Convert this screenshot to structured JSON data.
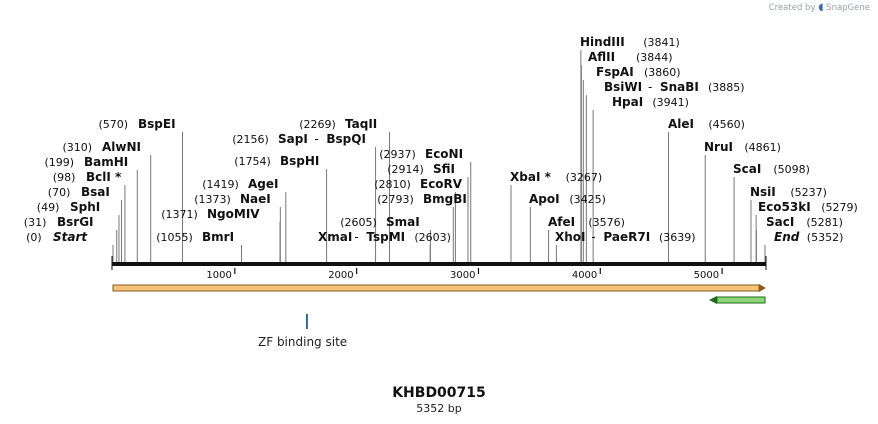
{
  "credit": {
    "text": "Created by",
    "brand": "SnapGene",
    "logo_icon": "snapgene-logo-icon"
  },
  "plasmid": {
    "name": "KHBD00715",
    "length_label": "5352 bp",
    "length": 5352
  },
  "ruler": {
    "ticks": [
      1000,
      2000,
      3000,
      4000,
      5000
    ],
    "tick_labels": [
      "1000",
      "2000",
      "3000",
      "4000",
      "5000"
    ]
  },
  "features": [
    {
      "label": "ZF binding site",
      "position": 1592,
      "color": "#2c6e8f"
    }
  ],
  "colors": {
    "backbone": "#111111",
    "orf_arrow": "#f4c27a",
    "orf_outline": "#8a5a1a",
    "reverse_arrow": "#8fd47a",
    "reverse_outline": "#1f6b1a",
    "feature": "#2c6e8f"
  },
  "sites": [
    {
      "name": "Start",
      "pos": "(0)",
      "p": 0,
      "italic": true
    },
    {
      "name": "BsrGI",
      "pos": "(31)",
      "p": 31
    },
    {
      "name": "SphI",
      "pos": "(49)",
      "p": 49
    },
    {
      "name": "BsaI",
      "pos": "(70)",
      "p": 70
    },
    {
      "name": "BclI *",
      "pos": "(98)",
      "p": 98
    },
    {
      "name": "BamHI",
      "pos": "(199)",
      "p": 199
    },
    {
      "name": "AlwNI",
      "pos": "(310)",
      "p": 310
    },
    {
      "name": "BspEI",
      "pos": "(570)",
      "p": 570
    },
    {
      "name": "BmrI",
      "pos": "(1055)",
      "p": 1055
    },
    {
      "name": "NgoMIV",
      "pos": "(1371)",
      "p": 1371
    },
    {
      "name": "NaeI",
      "pos": "(1373)",
      "p": 1373
    },
    {
      "name": "AgeI",
      "pos": "(1419)",
      "p": 1419
    },
    {
      "name": "BspHI",
      "pos": "(1754)",
      "p": 1754
    },
    {
      "name": "XmaI",
      "pos": "(2603)",
      "p": 2603,
      "pair": "TspMI",
      "pos_after": true
    },
    {
      "name": "SapI",
      "pos": "(2156)",
      "p": 2156,
      "pair": "BspQI"
    },
    {
      "name": "TaqII",
      "pos": "(2269)",
      "p": 2269
    },
    {
      "name": "SmaI",
      "pos": "(2605)",
      "p": 2605
    },
    {
      "name": "BmgBI",
      "pos": "(2793)",
      "p": 2793
    },
    {
      "name": "EcoRV",
      "pos": "(2810)",
      "p": 2810
    },
    {
      "name": "SfiI",
      "pos": "(2914)",
      "p": 2914
    },
    {
      "name": "EcoNI",
      "pos": "(2937)",
      "p": 2937
    },
    {
      "name": "XbaI *",
      "pos": "(3267)",
      "p": 3267,
      "pos_after": true
    },
    {
      "name": "ApoI",
      "pos": "(3425)",
      "p": 3425,
      "pos_after": true
    },
    {
      "name": "AfeI",
      "pos": "(3576)",
      "p": 3576,
      "pos_after": true
    },
    {
      "name": "XhoI",
      "pos": "(3639)",
      "p": 3639,
      "pair": "PaeR7I",
      "pos_after": true
    },
    {
      "name": "HindIII",
      "pos": "(3841)",
      "p": 3841,
      "pos_after": true
    },
    {
      "name": "AflII",
      "pos": "(3844)",
      "p": 3844,
      "pos_after": true
    },
    {
      "name": "FspAI",
      "pos": "(3860)",
      "p": 3860,
      "pos_after": true
    },
    {
      "name": "BsiWI",
      "pos": "(3885)",
      "p": 3885,
      "pair": "SnaBI",
      "pos_after": true
    },
    {
      "name": "HpaI",
      "pos": "(3941)",
      "p": 3941,
      "pos_after": true
    },
    {
      "name": "AleI",
      "pos": "(4560)",
      "p": 4560,
      "pos_after": true
    },
    {
      "name": "NruI",
      "pos": "(4861)",
      "p": 4861,
      "pos_after": true
    },
    {
      "name": "ScaI",
      "pos": "(5098)",
      "p": 5098,
      "pos_after": true
    },
    {
      "name": "NsiI",
      "pos": "(5237)",
      "p": 5237,
      "pos_after": true
    },
    {
      "name": "Eco53kI",
      "pos": "(5279)",
      "p": 5279,
      "pos_after": true
    },
    {
      "name": "SacI",
      "pos": "(5281)",
      "p": 5281,
      "pos_after": true
    },
    {
      "name": "End",
      "pos": "(5352)",
      "p": 5352,
      "italic": true,
      "pos_after": true
    }
  ]
}
